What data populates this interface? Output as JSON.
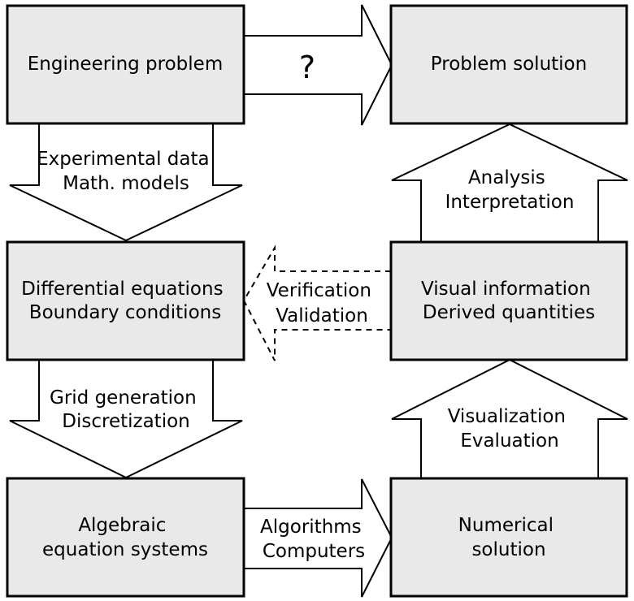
{
  "boxes": {
    "engineering_problem": [
      "Engineering problem"
    ],
    "problem_solution": [
      "Problem solution"
    ],
    "differential_equations": [
      "Differential equations",
      "Boundary conditions"
    ],
    "visual_information": [
      "Visual information",
      "Derived quantities"
    ],
    "algebraic_systems": [
      "Algebraic",
      "equation systems"
    ],
    "numerical_solution": [
      "Numerical",
      "solution"
    ]
  },
  "arrows": {
    "question": [
      "?"
    ],
    "experimental": [
      "Experimental data",
      "Math. models"
    ],
    "analysis": [
      "Analysis",
      "Interpretation"
    ],
    "verification": [
      "Verification",
      "Validation"
    ],
    "grid": [
      "Grid generation",
      "Discretization"
    ],
    "visualization": [
      "Visualization",
      "Evaluation"
    ],
    "algorithms": [
      "Algorithms",
      "Computers"
    ]
  },
  "colors": {
    "box_fill": "#e9e9e9",
    "stroke": "#000000",
    "arrow_fill": "#ffffff"
  }
}
